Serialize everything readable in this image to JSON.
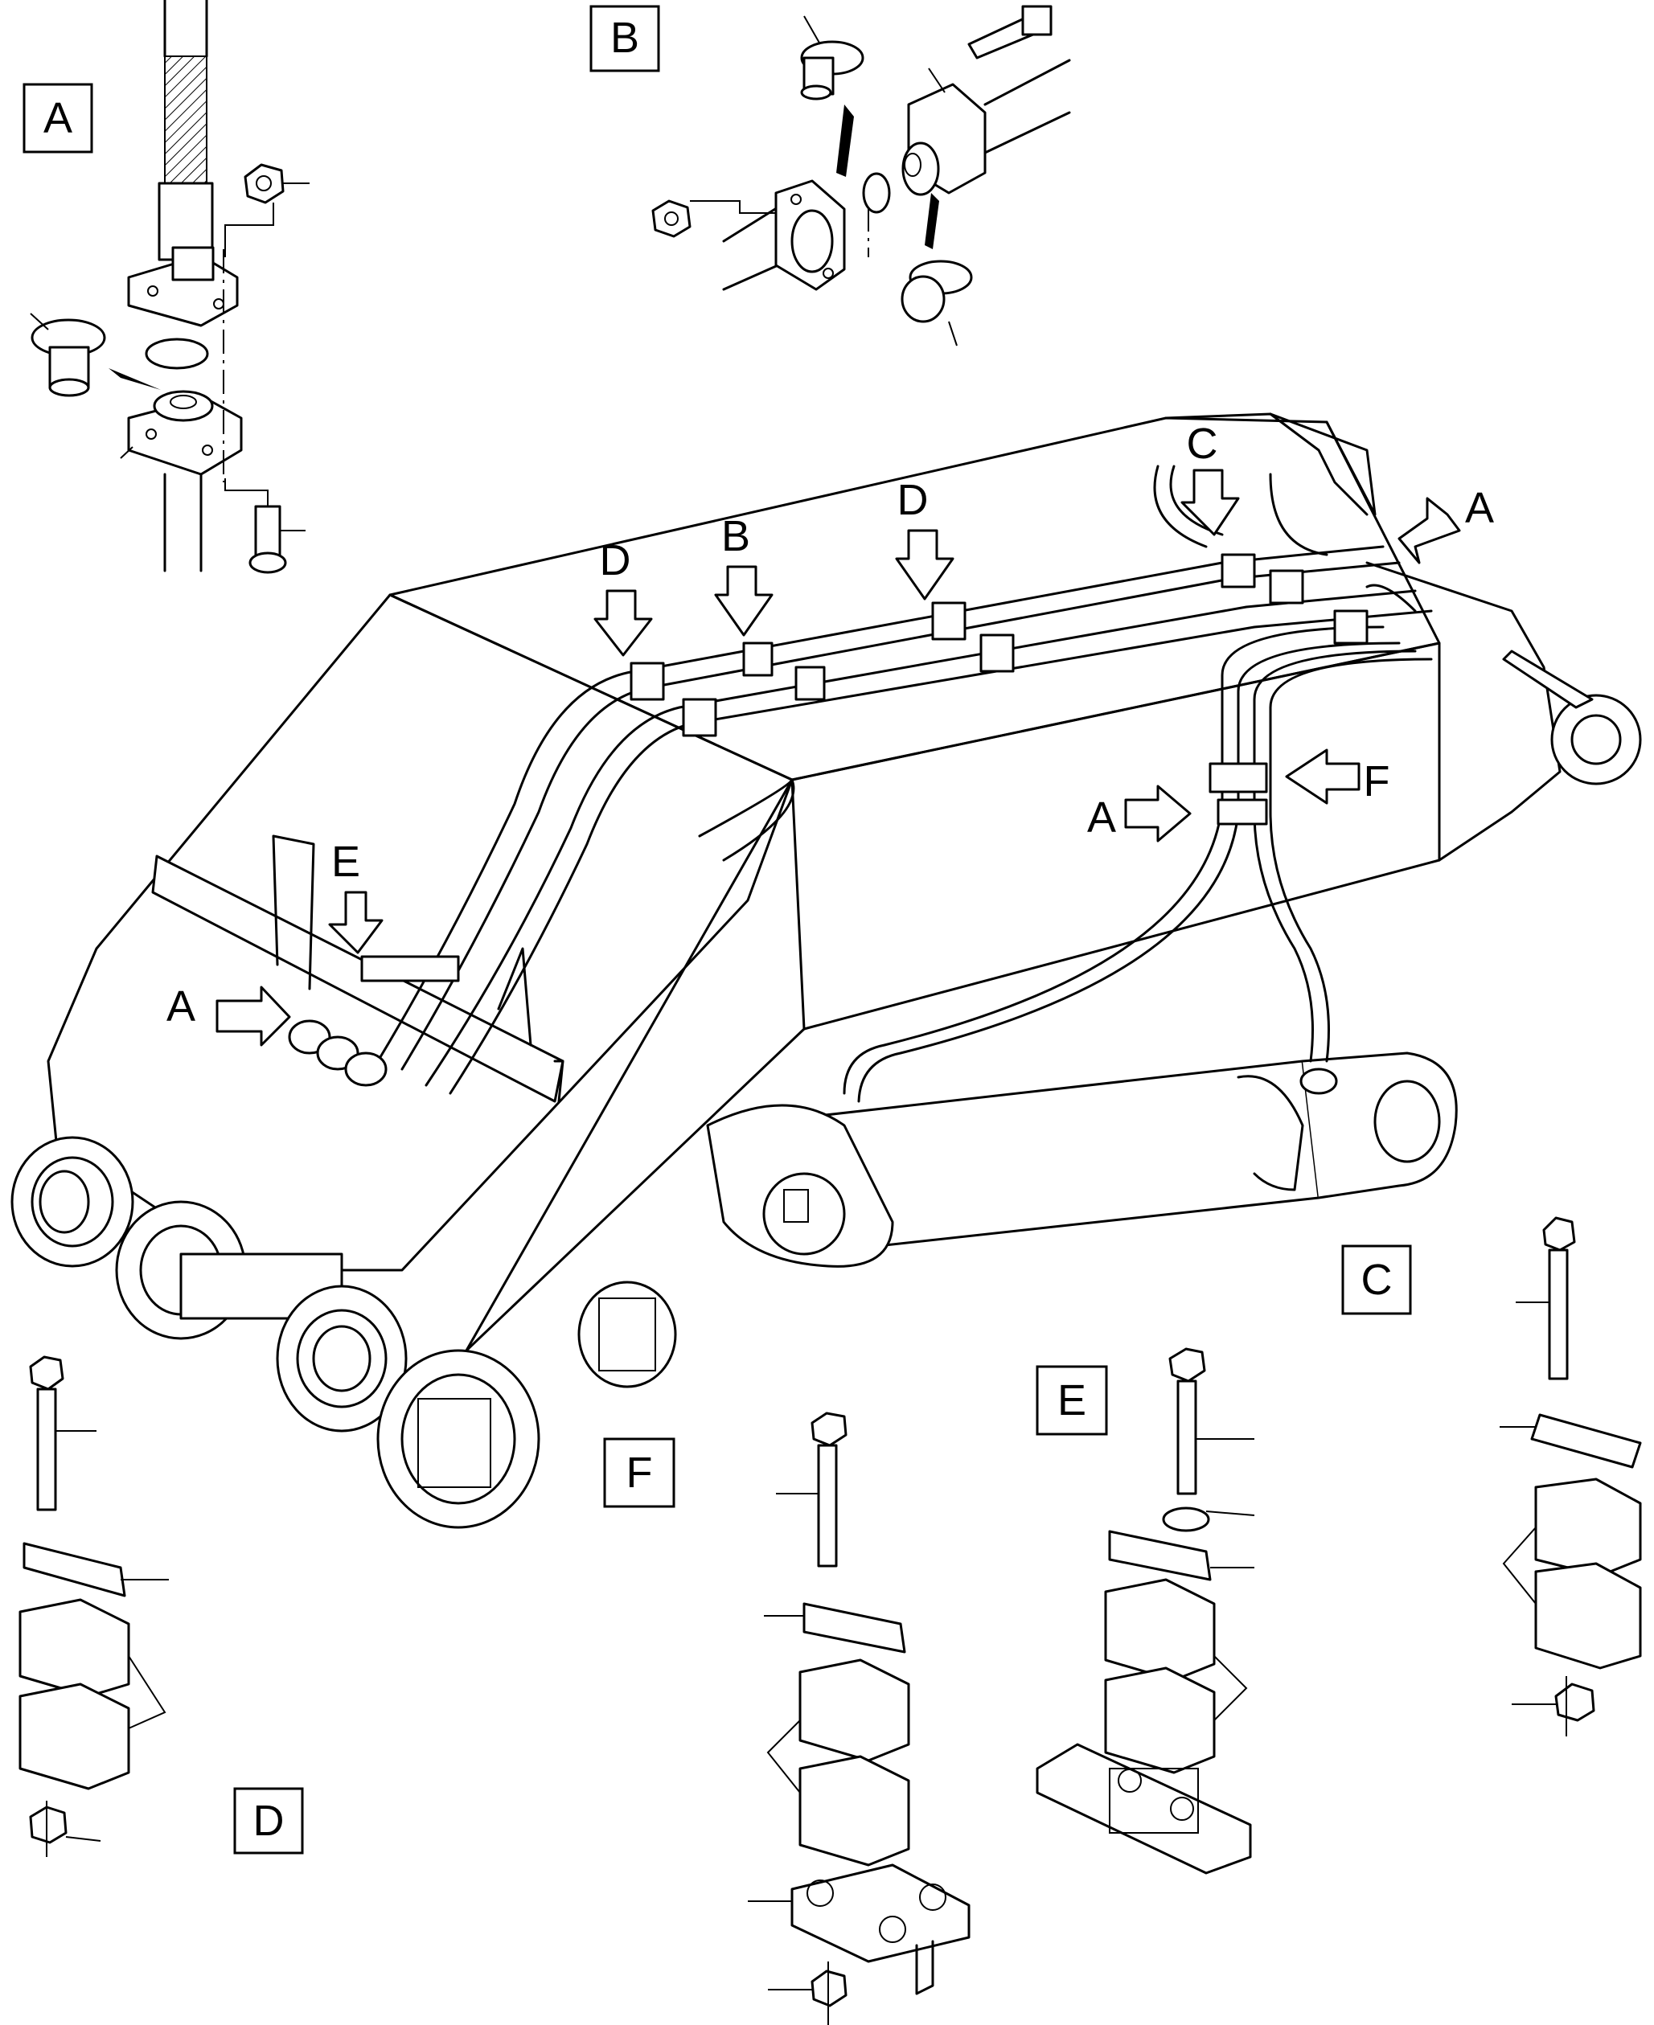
{
  "detail_labels": {
    "a": "A",
    "b": "B",
    "c": "C",
    "d": "D",
    "e": "E",
    "f": "F"
  },
  "callouts": {
    "a_left": "A",
    "a_right_top": "A",
    "a_mid": "A",
    "b": "B",
    "c": "C",
    "d_left": "D",
    "d_right": "D",
    "e": "E",
    "f": "F"
  }
}
